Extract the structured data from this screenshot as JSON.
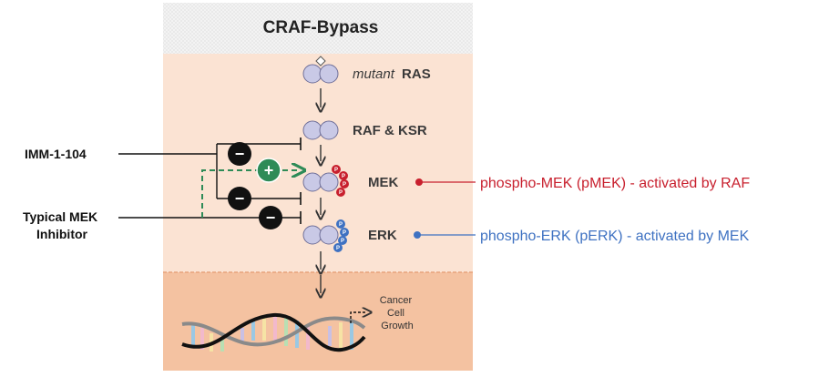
{
  "title": "CRAF-Bypass",
  "pathway": {
    "ras_prefix": "mutant",
    "ras_label": "RAS",
    "raf_label": "RAF & KSR",
    "mek_label": "MEK",
    "erk_label": "ERK",
    "phospho_letter": "P"
  },
  "inhibitors": {
    "imm_label": "IMM-1-104",
    "typical_line1": "Typical MEK",
    "typical_line2": "Inhibitor",
    "minus_symbol": "−",
    "plus_symbol": "+"
  },
  "outcome": {
    "line1": "Cancer",
    "line2": "Cell",
    "line3": "Growth"
  },
  "annotations": {
    "pmek": "phospho-MEK (pMEK) - activated by RAF",
    "perk": "phospho-ERK (pERK) - activated by MEK"
  },
  "colors": {
    "header_bg": "#eeeeee",
    "panel_bg": "#fbe3d3",
    "nucleus_bg": "#f4c2a1",
    "protein": "#c9c9e6",
    "protein_stroke": "#6f6f98",
    "pmek": "#c8202e",
    "perk": "#3f72c2",
    "activation_green": "#2e8b57",
    "label_dark": "#3a3a3a"
  },
  "icons": {
    "mek_phospho": "red-phosphate-icon",
    "erk_phospho": "blue-phosphate-icon",
    "inhibit": "minus-circle-icon",
    "activate": "plus-circle-icon"
  }
}
